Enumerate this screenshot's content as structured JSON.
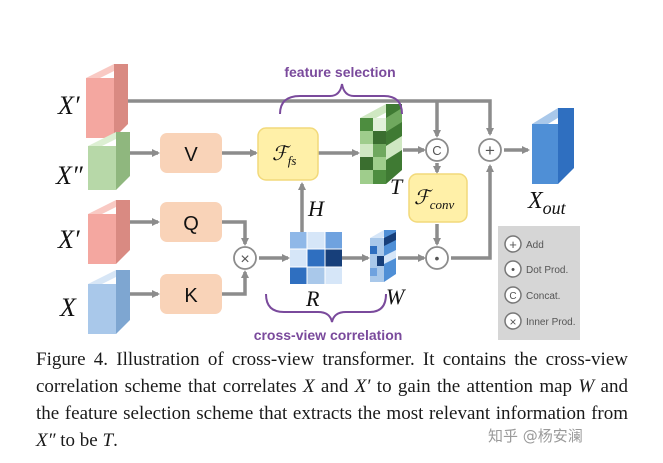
{
  "diagram": {
    "inputs": {
      "x_prime_top": "X′",
      "x_double_prime": "X″",
      "x_prime_mid": "X′",
      "x": "X"
    },
    "boxes": {
      "v": "V",
      "q": "Q",
      "k": "K"
    },
    "fs_label": "ℱ",
    "fs_sub": "fs",
    "conv_label": "ℱ",
    "conv_sub": "conv",
    "labels": {
      "t": "T",
      "h": "H",
      "r": "R",
      "w": "W",
      "x_out": "X",
      "x_out_sub": "out"
    },
    "ops": {
      "concat": "C",
      "add": "+",
      "dot": "•",
      "inner": "×"
    },
    "annotations": {
      "feature_selection": "feature selection",
      "cross_view_correlation": "cross-view correlation"
    },
    "legend": [
      {
        "symbol": "+",
        "label": "Add"
      },
      {
        "symbol": "•",
        "label": "Dot Prod."
      },
      {
        "symbol": "C",
        "label": "Concat."
      },
      {
        "symbol": "×",
        "label": "Inner Prod."
      }
    ],
    "colors": {
      "red_cube": "#f4a7a0",
      "green_cube": "#b7d8a8",
      "blue_cube": "#a9c8ea",
      "box_fill": "#f9d3b8",
      "yellow_box": "#fff0a8",
      "output_blue": "#4f8fd6",
      "purple": "#7a4a9c",
      "arrow": "#8c8c8c"
    }
  },
  "caption": {
    "fig": "Figure 4.",
    "t1": " Illustration of cross-view transformer.  It contains the cross-view correlation scheme that correlates ",
    "v1": "X",
    "t2": " and ",
    "v2": "X′",
    "t3": " to gain the attention map ",
    "v3": "W",
    "t4": " and the feature selection scheme that extracts the most relevant information from ",
    "v4": "X″",
    "t5": " to be ",
    "v5": "T",
    "t6": "."
  },
  "watermark": "知乎 @杨安澜"
}
